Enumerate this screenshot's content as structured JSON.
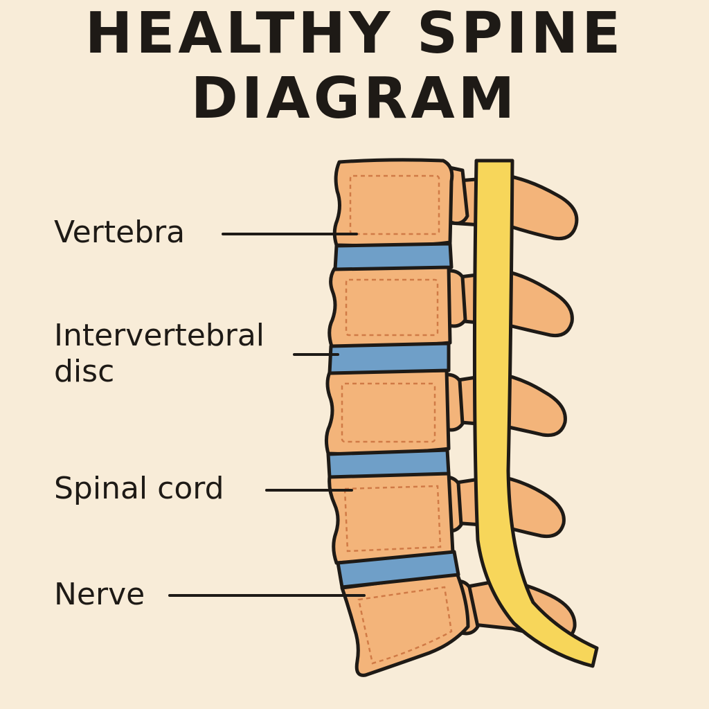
{
  "title": {
    "line1": "HEALTHY SPINE",
    "line2": "DIAGRAM"
  },
  "labels": {
    "vertebra": "Vertebra",
    "disc_line1": "Intervertebral",
    "disc_line2": "disc",
    "spinal_cord": "Spinal cord",
    "nerve": "Nerve"
  },
  "colors": {
    "background": "#f8ecd8",
    "bone": "#f3b47a",
    "disc": "#6f9fc8",
    "spinal_cord": "#f7d65a",
    "outline": "#1e1a16"
  }
}
